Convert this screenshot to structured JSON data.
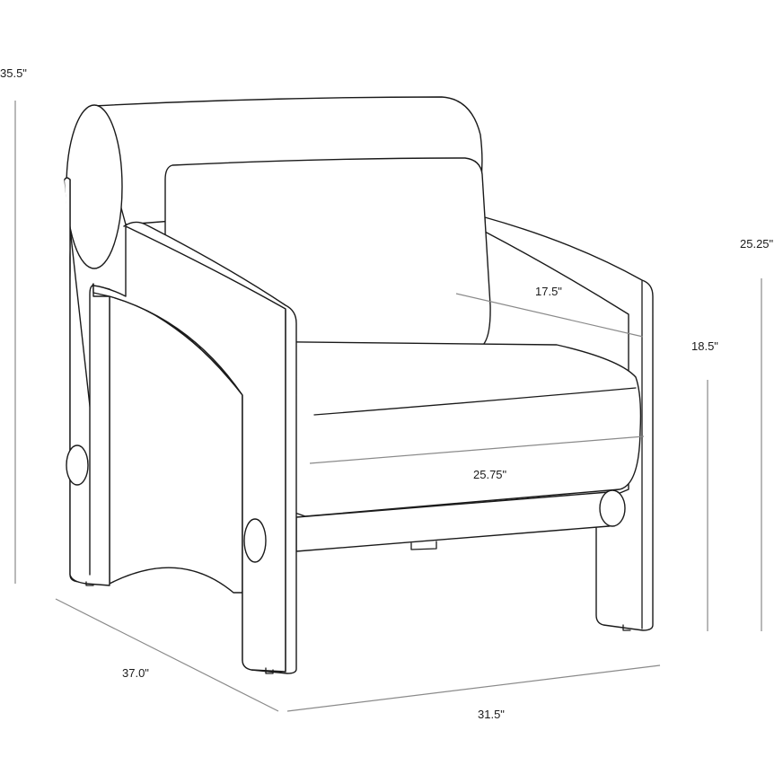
{
  "dimensions": {
    "overall_height": "35.5\"",
    "arm_height": "25.25\"",
    "seat_height": "18.5\"",
    "seat_depth": "17.5\"",
    "seat_width": "25.75\"",
    "overall_depth": "37.0\"",
    "overall_width": "31.5\""
  },
  "colors": {
    "line": "#1a1a1a",
    "dimension_line": "#8a8a8a",
    "background": "#ffffff"
  }
}
